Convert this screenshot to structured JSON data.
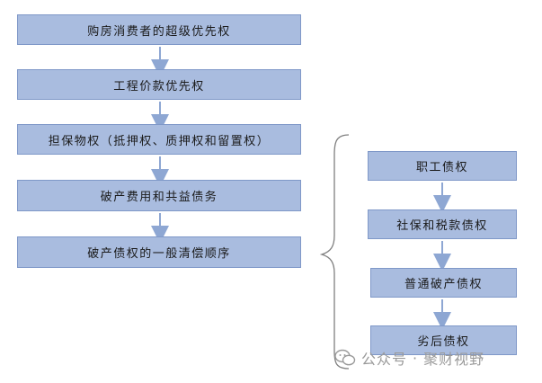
{
  "left_flow": [
    "购房消费者的超级优先权",
    "工程价款优先权",
    "担保物权（抵押权、质押权和留置权）",
    "破产费用和共益债务",
    "破产债权的一般清偿顺序"
  ],
  "right_flow": [
    "职工债权",
    "社保和税款债权",
    "普通破产债权",
    "劣后债权"
  ],
  "watermark": {
    "prefix": "公众号",
    "separator": "·",
    "name": "聚财视野"
  },
  "colors": {
    "box_fill": "#a9bcdf",
    "box_border": "#7f98c8",
    "arrow": "#8ea7d3",
    "brace": "#7f7f7f"
  }
}
